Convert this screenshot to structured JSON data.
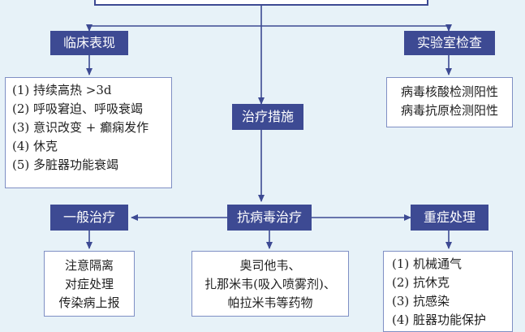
{
  "colors": {
    "header_fill": "#3d4a93",
    "box_border": "#7f8fc4",
    "arrow": "#3d4a93",
    "background": "#e7f2f8"
  },
  "nodes": {
    "clinical": {
      "title": "临床表现",
      "items": [
        "(1) 持续高热 >3d",
        "(2) 呼吸窘迫、呼吸衰竭",
        "(3) 意识改变 + 癫痫发作",
        "(4) 休克",
        "(5) 多脏器功能衰竭"
      ]
    },
    "lab": {
      "title": "实验室检查",
      "items": [
        "病毒核酸检测阳性",
        "病毒抗原检测阳性"
      ]
    },
    "treatment": {
      "title": "治疗措施"
    },
    "general": {
      "title": "一般治疗",
      "items": [
        "注意隔离",
        "对症处理",
        "传染病上报"
      ]
    },
    "antiviral": {
      "title": "抗病毒治疗",
      "items": [
        "奥司他韦、",
        "扎那米韦(吸入喷雾剂)、",
        "帕拉米韦等药物"
      ]
    },
    "severe": {
      "title": "重症处理",
      "items": [
        "(1) 机械通气",
        "(2) 抗休克",
        "(3) 抗感染",
        "(4) 脏器功能保护"
      ]
    }
  }
}
